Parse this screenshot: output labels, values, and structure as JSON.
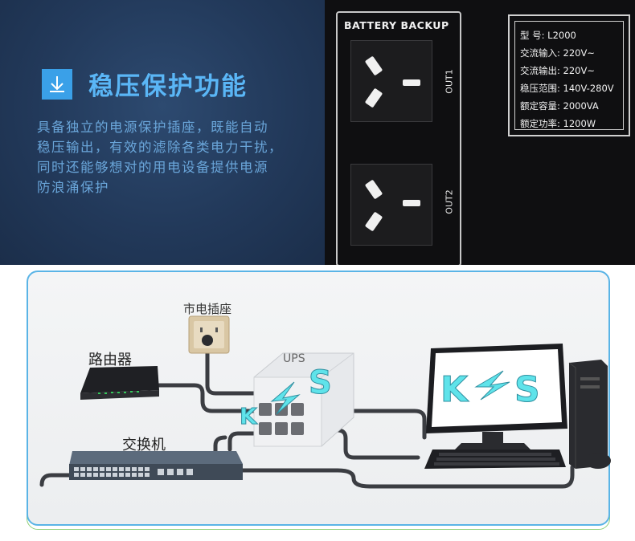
{
  "feature": {
    "title": "稳压保护功能",
    "icon": "download-arrow-icon",
    "description_lines": [
      "具备独立的电源保护插座，既能自动",
      "稳压输出，有效的滤除各类电力干扰，",
      "同时还能够想对的用电设备提供电源",
      "防浪涌保护"
    ]
  },
  "device_panel": {
    "battery_backup_label": "BATTERY BACKUP",
    "outlets": [
      "OUT1",
      "OUT2"
    ]
  },
  "spec_plate": {
    "rows": [
      "型    号: L2000",
      "交流输入: 220V~",
      "交流输出: 220V~",
      "稳压范围: 140V-280V",
      "额定容量: 2000VA",
      "额定功率: 1200W"
    ]
  },
  "diagram": {
    "wall_outlet_label": "市电插座",
    "router_label": "路由器",
    "switch_label": "交换机",
    "ups_label": "UPS",
    "ups_logo": "KS",
    "monitor_logo": "KS"
  },
  "colors": {
    "accent_blue": "#5ab6f6",
    "logo_cyan": "#5fe3ea",
    "frame_blue": "#5ab4e6",
    "panel_dark": "#0f0f11"
  }
}
